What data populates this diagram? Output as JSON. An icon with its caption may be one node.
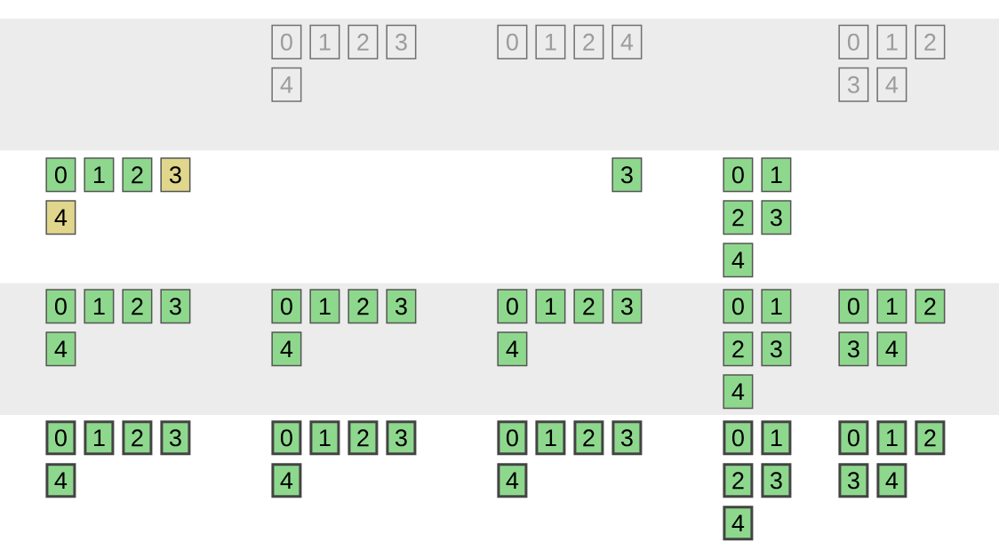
{
  "diagram": {
    "nodes": [
      {
        "text": [
          "0"
        ]
      },
      {
        "text": [
          "1"
        ]
      },
      {
        "text": [
          "2"
        ]
      },
      {
        "text": [
          "3"
        ]
      },
      {
        "text": [
          "4"
        ]
      },
      {
        "text": [
          "0"
        ]
      },
      {
        "text": [
          "1"
        ]
      },
      {
        "text": [
          "2"
        ]
      },
      {
        "text": [
          "4"
        ]
      },
      {
        "text": [
          "0"
        ]
      },
      {
        "text": [
          "1"
        ]
      },
      {
        "text": [
          "2"
        ]
      },
      {
        "text": [
          "3"
        ]
      },
      {
        "text": [
          "4"
        ]
      },
      {
        "text": [
          "0"
        ]
      },
      {
        "text": [
          "1"
        ]
      },
      {
        "text": [
          "2"
        ]
      },
      {
        "text": [
          "3"
        ]
      },
      {
        "text": [
          "4"
        ]
      },
      {
        "text": [
          "3"
        ]
      },
      {
        "text": [
          "0"
        ]
      },
      {
        "text": [
          "1"
        ]
      },
      {
        "text": [
          "2"
        ]
      },
      {
        "text": [
          "3"
        ]
      },
      {
        "text": [
          "4"
        ]
      },
      {
        "text": [
          "0"
        ]
      },
      {
        "text": [
          "1"
        ]
      },
      {
        "text": [
          "2"
        ]
      },
      {
        "text": [
          "3"
        ]
      },
      {
        "text": [
          "4"
        ]
      },
      {
        "text": [
          "0"
        ]
      },
      {
        "text": [
          "1"
        ]
      },
      {
        "text": [
          "2"
        ]
      },
      {
        "text": [
          "3"
        ]
      },
      {
        "text": [
          "4"
        ]
      },
      {
        "text": [
          "0"
        ]
      },
      {
        "text": [
          "1"
        ]
      },
      {
        "text": [
          "2"
        ]
      },
      {
        "text": [
          "3"
        ]
      },
      {
        "text": [
          "4"
        ]
      },
      {
        "text": [
          "0"
        ]
      },
      {
        "text": [
          "1"
        ]
      },
      {
        "text": [
          "2"
        ]
      },
      {
        "text": [
          "3"
        ]
      },
      {
        "text": [
          "4"
        ]
      },
      {
        "text": [
          "0"
        ]
      },
      {
        "text": [
          "1"
        ]
      },
      {
        "text": [
          "2"
        ]
      },
      {
        "text": [
          "3"
        ]
      },
      {
        "text": [
          "4"
        ]
      },
      {
        "text": [
          "0"
        ]
      },
      {
        "text": [
          "1"
        ]
      },
      {
        "text": [
          "2"
        ]
      },
      {
        "text": [
          "3"
        ]
      },
      {
        "text": [
          "4"
        ]
      },
      {
        "text": [
          "0"
        ]
      },
      {
        "text": [
          "1"
        ]
      },
      {
        "text": [
          "2"
        ]
      },
      {
        "text": [
          "3"
        ]
      },
      {
        "text": [
          "4"
        ]
      },
      {
        "text": [
          "0"
        ]
      },
      {
        "text": [
          "1"
        ]
      },
      {
        "text": [
          "2"
        ]
      },
      {
        "text": [
          "3"
        ]
      },
      {
        "text": [
          "4"
        ]
      },
      {
        "text": [
          "0"
        ]
      },
      {
        "text": [
          "1"
        ]
      },
      {
        "text": [
          "2"
        ]
      },
      {
        "text": [
          "3"
        ]
      },
      {
        "text": [
          "4"
        ]
      },
      {
        "text": [
          "0"
        ]
      },
      {
        "text": [
          "1"
        ]
      },
      {
        "text": [
          "2"
        ]
      },
      {
        "text": [
          "3"
        ]
      },
      {
        "text": [
          "4"
        ]
      }
    ]
  }
}
